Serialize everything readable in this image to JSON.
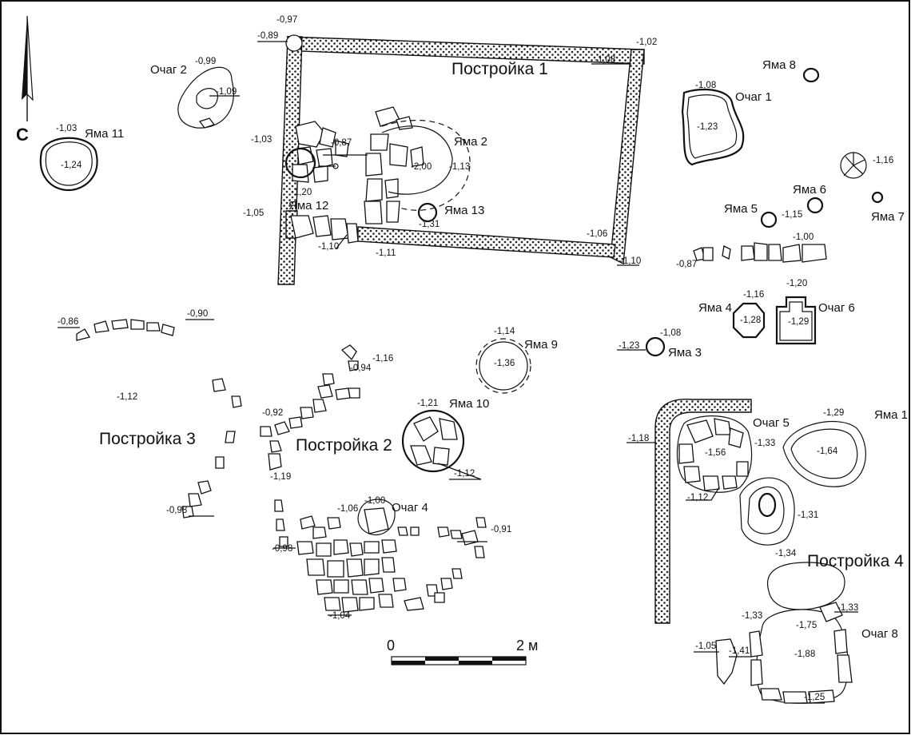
{
  "north_label": "С",
  "structures": [
    {
      "label": "Постройка 1"
    },
    {
      "label": "Постройка 2"
    },
    {
      "label": "Постройка 3"
    },
    {
      "label": "Постройка 4"
    }
  ],
  "features": [
    {
      "label": "Очаг 2"
    },
    {
      "label": "Яма 11"
    },
    {
      "label": "Яма 12"
    },
    {
      "label": "Яма 2"
    },
    {
      "label": "Яма 13"
    },
    {
      "label": "Яма 8"
    },
    {
      "label": "Очаг 1"
    },
    {
      "label": "Яма 6"
    },
    {
      "label": "Яма 5"
    },
    {
      "label": "Яма 7"
    },
    {
      "label": "Яма 4"
    },
    {
      "label": "Очаг 6"
    },
    {
      "label": "Яма 3"
    },
    {
      "label": "Яма 9"
    },
    {
      "label": "Яма 10"
    },
    {
      "label": "Очаг 5"
    },
    {
      "label": "Яма 1"
    },
    {
      "label": "Очаг 4"
    },
    {
      "label": "Очаг 8"
    }
  ],
  "elevations": [
    "-0,97",
    "-0,89",
    "-1,02",
    "-1,08",
    "-0,99",
    "-1,09",
    "-1,03",
    "-1,24",
    "-1,03",
    "-0,87",
    "-1,20",
    "-1,05",
    "-1,10",
    "-1,11",
    "-2,00",
    "-1,13",
    "-1,31",
    "-1,06",
    "-1,10",
    "-1,08",
    "-1,23",
    "-1,16",
    "-1,15",
    "-1,00",
    "-0,87",
    "-1,16",
    "-1,28",
    "-1,20",
    "-1,29",
    "-1,08",
    "-1,23",
    "-1,14",
    "-1,36",
    "-0,94",
    "-1,16",
    "-0,86",
    "-0,90",
    "-1,12",
    "-0,92",
    "-1,21",
    "-1,12",
    "-1,19",
    "-0,98",
    "-1,06",
    "-1,00",
    "-0,91",
    "-0,98",
    "-1,04",
    "-1,18",
    "-1,56",
    "-1,33",
    "-1,12",
    "-1,29",
    "-1,64",
    "-1,31",
    "-1,34",
    "-1,33",
    "-1,75",
    "-1,33",
    "-1,41",
    "-1,88",
    "-1,25",
    "-1,05"
  ],
  "scale": {
    "start": "0",
    "end": "2 м"
  }
}
